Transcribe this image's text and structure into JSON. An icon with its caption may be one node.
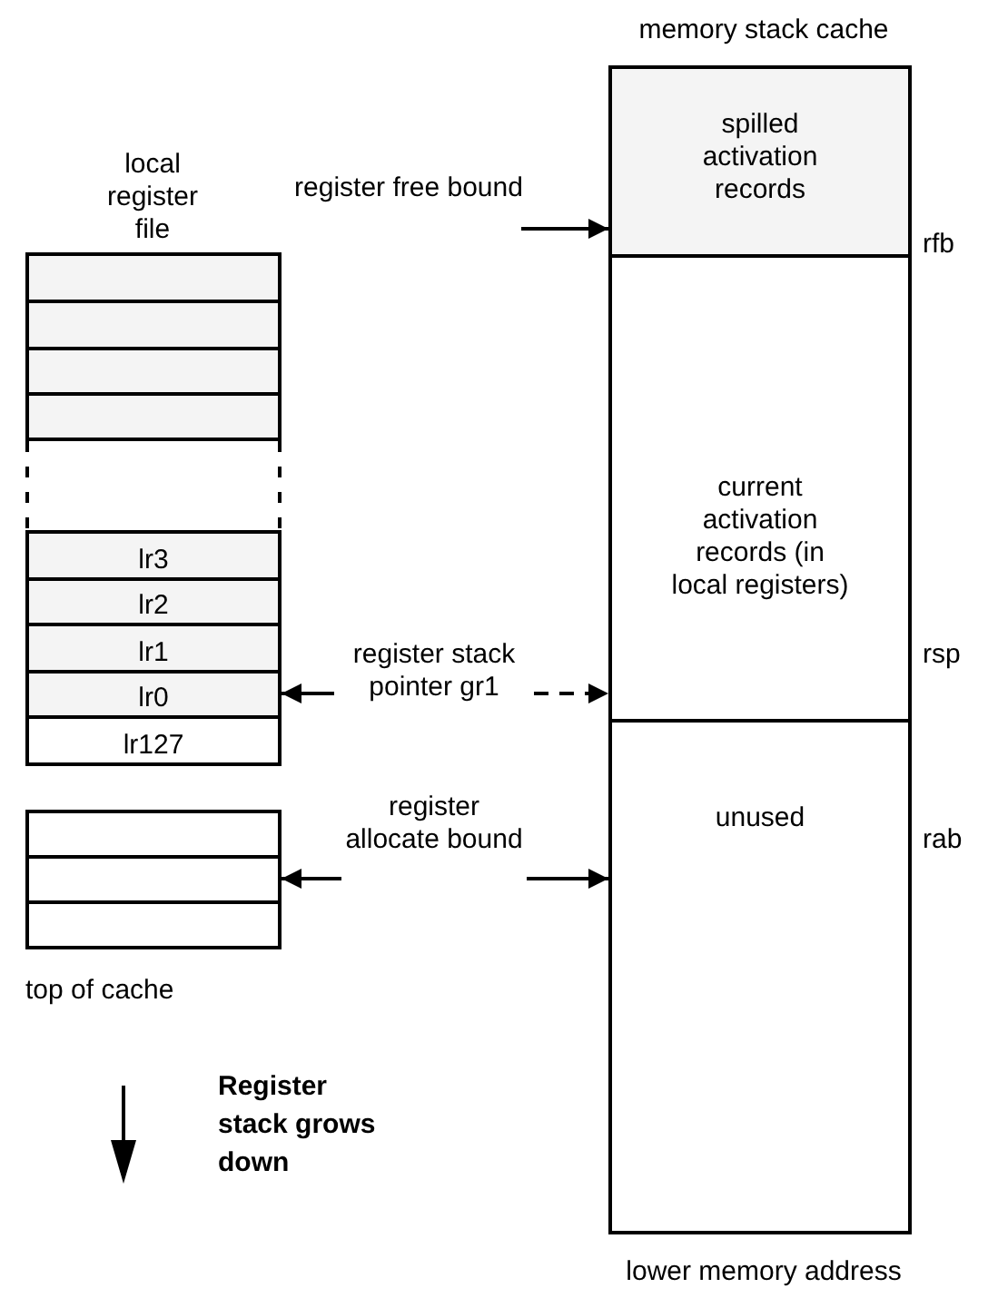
{
  "diagram": {
    "nodes": [
      {
        "text": [
          "memory stack cache"
        ],
        "beside": [
          "lower memory address"
        ]
      },
      {
        "text": [
          "spilled activation records"
        ],
        "in": 0
      },
      {
        "text": [
          "current activation records (in local registers)"
        ],
        "in": 0
      },
      {
        "text": [
          "unused"
        ],
        "in": 0
      },
      {
        "text": [
          "local register file"
        ],
        "beside": [
          "top of cache"
        ]
      },
      {
        "text": [],
        "shape": "box",
        "in": 4
      },
      {
        "text": [],
        "shape": "box",
        "in": 4
      },
      {
        "text": [],
        "shape": "box",
        "in": 4
      },
      {
        "text": [],
        "shape": "box",
        "in": 4
      },
      {
        "text": [
          "lr3"
        ],
        "in": 4
      },
      {
        "text": [
          "lr2"
        ],
        "in": 4
      },
      {
        "text": [
          "lr1"
        ],
        "in": 4
      },
      {
        "text": [
          "lr0"
        ],
        "in": 4
      },
      {
        "text": [
          "lr127"
        ],
        "in": 4
      },
      {
        "text": [],
        "shape": "box",
        "in": 4
      },
      {
        "text": [],
        "shape": "box",
        "in": 4
      },
      {
        "text": [],
        "shape": "box",
        "in": 4
      },
      {
        "text": [
          "register stack pointer gr1"
        ]
      },
      {
        "text": [
          "register allocate bound"
        ]
      }
    ],
    "edges": [
      {
        "from": null,
        "to": 1,
        "arrow": "to",
        "label": "register free bound"
      },
      {
        "from": 17,
        "to": 12,
        "arrow": "to"
      },
      {
        "from": 17,
        "to": 2,
        "arrow": "to",
        "style": "dashed"
      },
      {
        "from": 18,
        "to": 15,
        "arrow": "to"
      },
      {
        "from": 18,
        "to": 3,
        "arrow": "to"
      }
    ],
    "labels": [
      "rfb",
      "rsp",
      "rab",
      "Register stack grows down"
    ]
  }
}
